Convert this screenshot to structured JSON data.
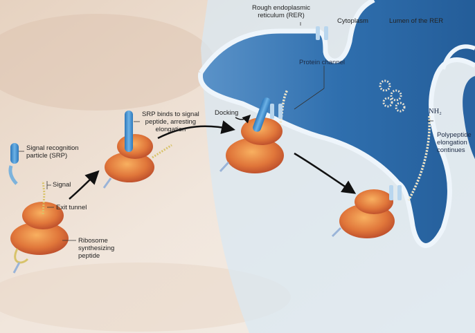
{
  "labels": {
    "rer": "Rough endoplasmic\nreticulum (RER)",
    "cytoplasm": "Cytoplasm",
    "lumen": "Lumen of the RER",
    "protein_channel": "Protein channel",
    "srp_binds": "SRP binds to signal\npeptide, arresting\nelongation",
    "docking": "Docking",
    "nh2": "NH₂",
    "polypeptide": "Polypeptide\nelongation\ncontinues",
    "srp": "Signal recognition\nparticle (SRP)",
    "signal": "Signal",
    "exit_tunnel": "Exit tunnel",
    "ribosome": "Ribosome\nsynthesizing\npeptide"
  },
  "colors": {
    "cytoplasm_bg": "#efe4d8",
    "er_lumen": "#2e6fb0",
    "er_membrane": "#e8f1fa",
    "ribosome": "#e0763a",
    "srp": "#3f8fd0",
    "arrow": "#111111"
  }
}
